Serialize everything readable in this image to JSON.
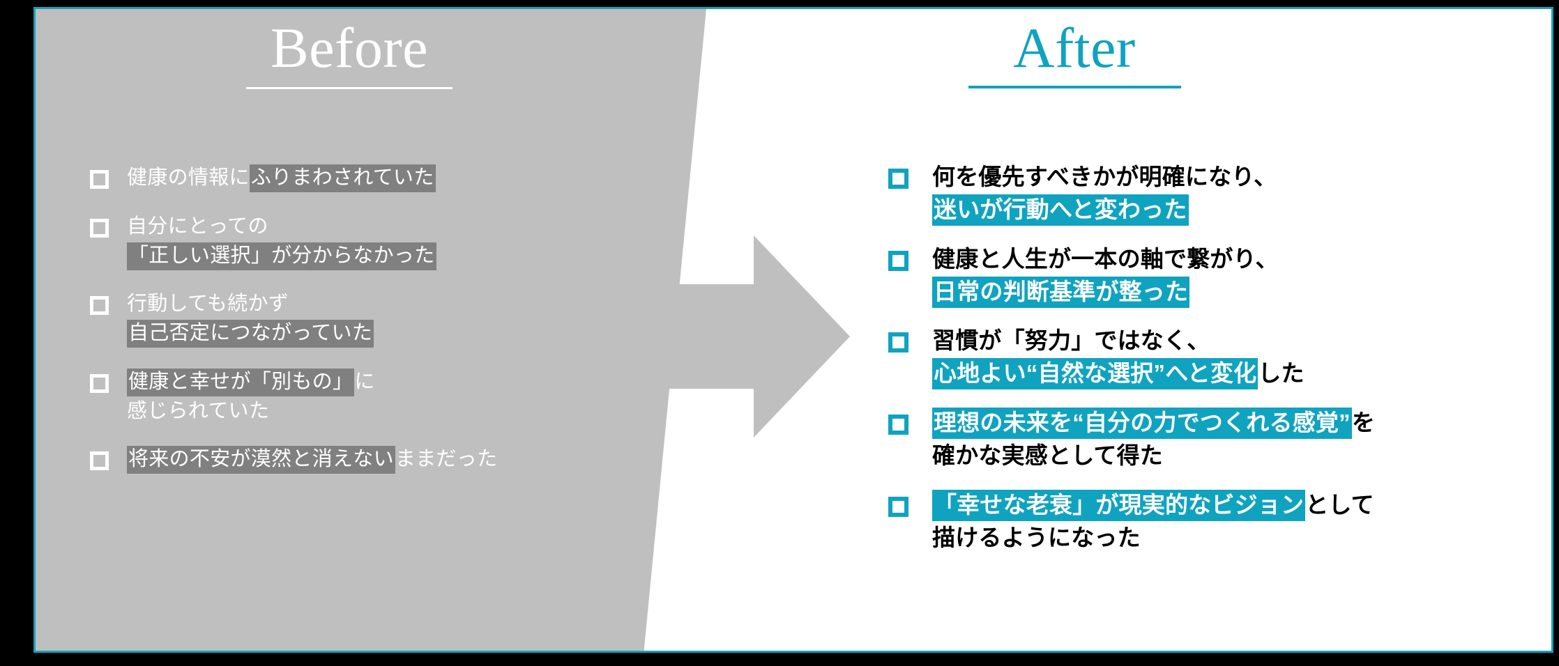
{
  "frame": {
    "background_color": "#000000",
    "card_background": "#ffffff",
    "accent_color": "#0fa3c0",
    "panel_gray": "#bfbfbf",
    "highlight_gray": "#808080"
  },
  "before": {
    "title": "Before",
    "checkbox_icon": "empty-checkbox-icon",
    "items": [
      {
        "lines": [
          [
            {
              "text": "健康の情報に",
              "highlight": false
            },
            {
              "text": "ふりまわされていた",
              "highlight": true
            }
          ]
        ]
      },
      {
        "lines": [
          [
            {
              "text": "自分にとっての",
              "highlight": false
            }
          ],
          [
            {
              "text": "「正しい選択」が分からなかった",
              "highlight": true
            }
          ]
        ]
      },
      {
        "lines": [
          [
            {
              "text": "行動しても続かず",
              "highlight": false
            }
          ],
          [
            {
              "text": "自己否定につながっていた",
              "highlight": true
            }
          ]
        ]
      },
      {
        "lines": [
          [
            {
              "text": "健康と幸せが「別もの」",
              "highlight": true
            },
            {
              "text": "に",
              "highlight": false
            }
          ],
          [
            {
              "text": "感じられていた",
              "highlight": false
            }
          ]
        ]
      },
      {
        "lines": [
          [
            {
              "text": "将来の不安が漠然と消えない",
              "highlight": true
            },
            {
              "text": "ままだった",
              "highlight": false
            }
          ]
        ]
      }
    ]
  },
  "after": {
    "title": "After",
    "checkbox_icon": "empty-checkbox-icon",
    "items": [
      {
        "lines": [
          [
            {
              "text": "何を優先すべきかが明確になり、",
              "highlight": false
            }
          ],
          [
            {
              "text": "迷いが行動へと変わった",
              "highlight": true
            }
          ]
        ]
      },
      {
        "lines": [
          [
            {
              "text": "健康と人生が一本の軸で繋がり、",
              "highlight": false
            }
          ],
          [
            {
              "text": "日常の判断基準が整った",
              "highlight": true
            }
          ]
        ]
      },
      {
        "lines": [
          [
            {
              "text": "習慣が「努力」ではなく、",
              "highlight": false
            }
          ],
          [
            {
              "text": "心地よい“自然な選択”へと変化",
              "highlight": true
            },
            {
              "text": "した",
              "highlight": false
            }
          ]
        ]
      },
      {
        "lines": [
          [
            {
              "text": "理想の未来を“自分の力でつくれる感覚”",
              "highlight": true
            },
            {
              "text": "を",
              "highlight": false
            }
          ],
          [
            {
              "text": "確かな実感として得た",
              "highlight": false
            }
          ]
        ]
      },
      {
        "lines": [
          [
            {
              "text": "「幸せな老衰」が現実的なビジョン",
              "highlight": true
            },
            {
              "text": "として",
              "highlight": false
            }
          ],
          [
            {
              "text": "描けるようになった",
              "highlight": false
            }
          ]
        ]
      }
    ]
  },
  "arrow": {
    "icon": "right-arrow-icon",
    "color": "#bfbfbf"
  }
}
